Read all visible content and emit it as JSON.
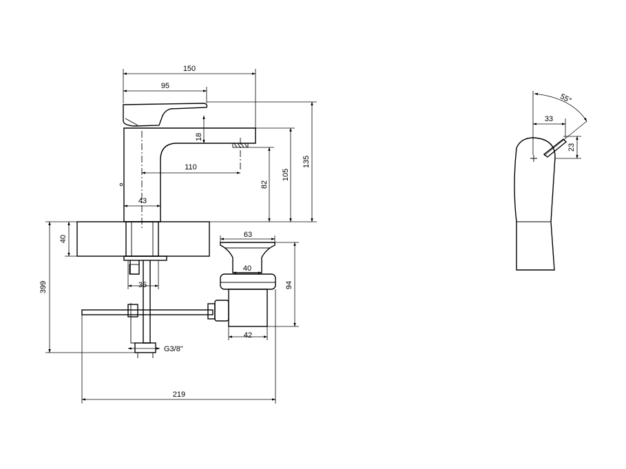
{
  "dimensions": {
    "overall_width": "150",
    "handle_reach": "95",
    "aerator_height": "18",
    "spout_reach": "110",
    "spout_clearance": "82",
    "spout_height": "105",
    "total_height": "135",
    "body_diameter": "43",
    "deck_thickness": "40",
    "total_depth": "399",
    "shank_diameter": "35",
    "connection_thread": "G3/8\"",
    "waste_flange": "63",
    "waste_inner": "40",
    "waste_height": "94",
    "waste_body": "42",
    "rod_length": "219",
    "handle_angle": "55°",
    "side_offset": "33",
    "side_height": "23"
  },
  "colors": {
    "line": "#000000",
    "background": "#ffffff"
  }
}
